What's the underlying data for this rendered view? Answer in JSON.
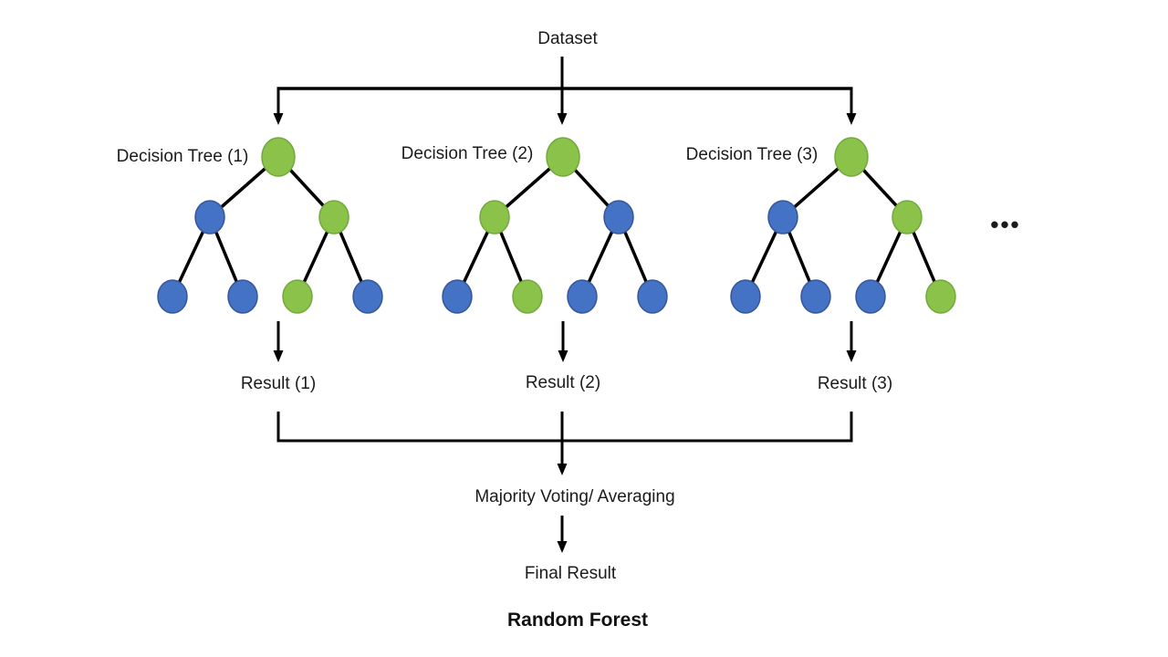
{
  "colors": {
    "node_green": "#8BC34A",
    "node_green_border": "#72A93B",
    "node_blue": "#4472C4",
    "node_blue_border": "#35579A",
    "line": "#000000",
    "background": "#FFFFFF"
  },
  "labels": {
    "dataset": "Dataset",
    "ellipsis": "•••",
    "majority_voting": "Majority Voting/ Averaging",
    "final_result": "Final Result",
    "diagram_title": "Random Forest"
  },
  "trees": [
    {
      "label": "Decision Tree (1)",
      "result_label": "Result (1)",
      "root": "green",
      "children": [
        "blue",
        "green"
      ],
      "leaves": [
        "blue",
        "blue",
        "green",
        "blue"
      ]
    },
    {
      "label": "Decision Tree (2)",
      "result_label": "Result (2)",
      "root": "green",
      "children": [
        "green",
        "blue"
      ],
      "leaves": [
        "blue",
        "green",
        "blue",
        "blue"
      ]
    },
    {
      "label": "Decision Tree (3)",
      "result_label": "Result (3)",
      "root": "green",
      "children": [
        "blue",
        "green"
      ],
      "leaves": [
        "blue",
        "blue",
        "blue",
        "green"
      ]
    }
  ]
}
